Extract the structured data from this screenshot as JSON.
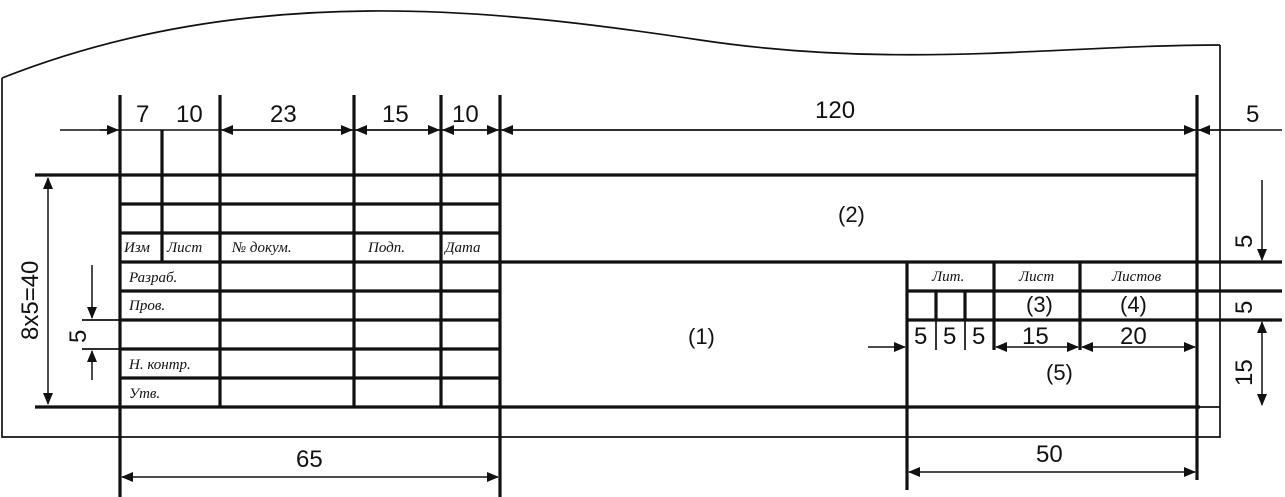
{
  "header_dims": {
    "d7": "7",
    "d10a": "10",
    "d23": "23",
    "d15": "15",
    "d10b": "10",
    "d120": "120",
    "d5": "5"
  },
  "left_dims": {
    "total": "8x5=40",
    "row": "5"
  },
  "right_dims": {
    "top": "5",
    "mid": "5",
    "bottom": "15"
  },
  "bottom_dims": {
    "left": "65",
    "right": "50"
  },
  "columns": {
    "izm": "Изм",
    "list": "Лист",
    "num_dokum": "№ докум.",
    "podp": "Подп.",
    "data": "Дата"
  },
  "rows": {
    "razrab": "Разраб.",
    "prov": "Пров.",
    "n_kontr": "Н. контр.",
    "utv": "Утв."
  },
  "stamp": {
    "lit": "Лит.",
    "list": "Лист",
    "listov": "Листов",
    "zone3": "(3)",
    "zone4": "(4)",
    "zone5": "(5)",
    "sub5a": "5",
    "sub5b": "5",
    "sub5c": "5",
    "sub15": "15",
    "sub20": "20"
  },
  "zones": {
    "zone1": "(1)",
    "zone2": "(2)"
  }
}
